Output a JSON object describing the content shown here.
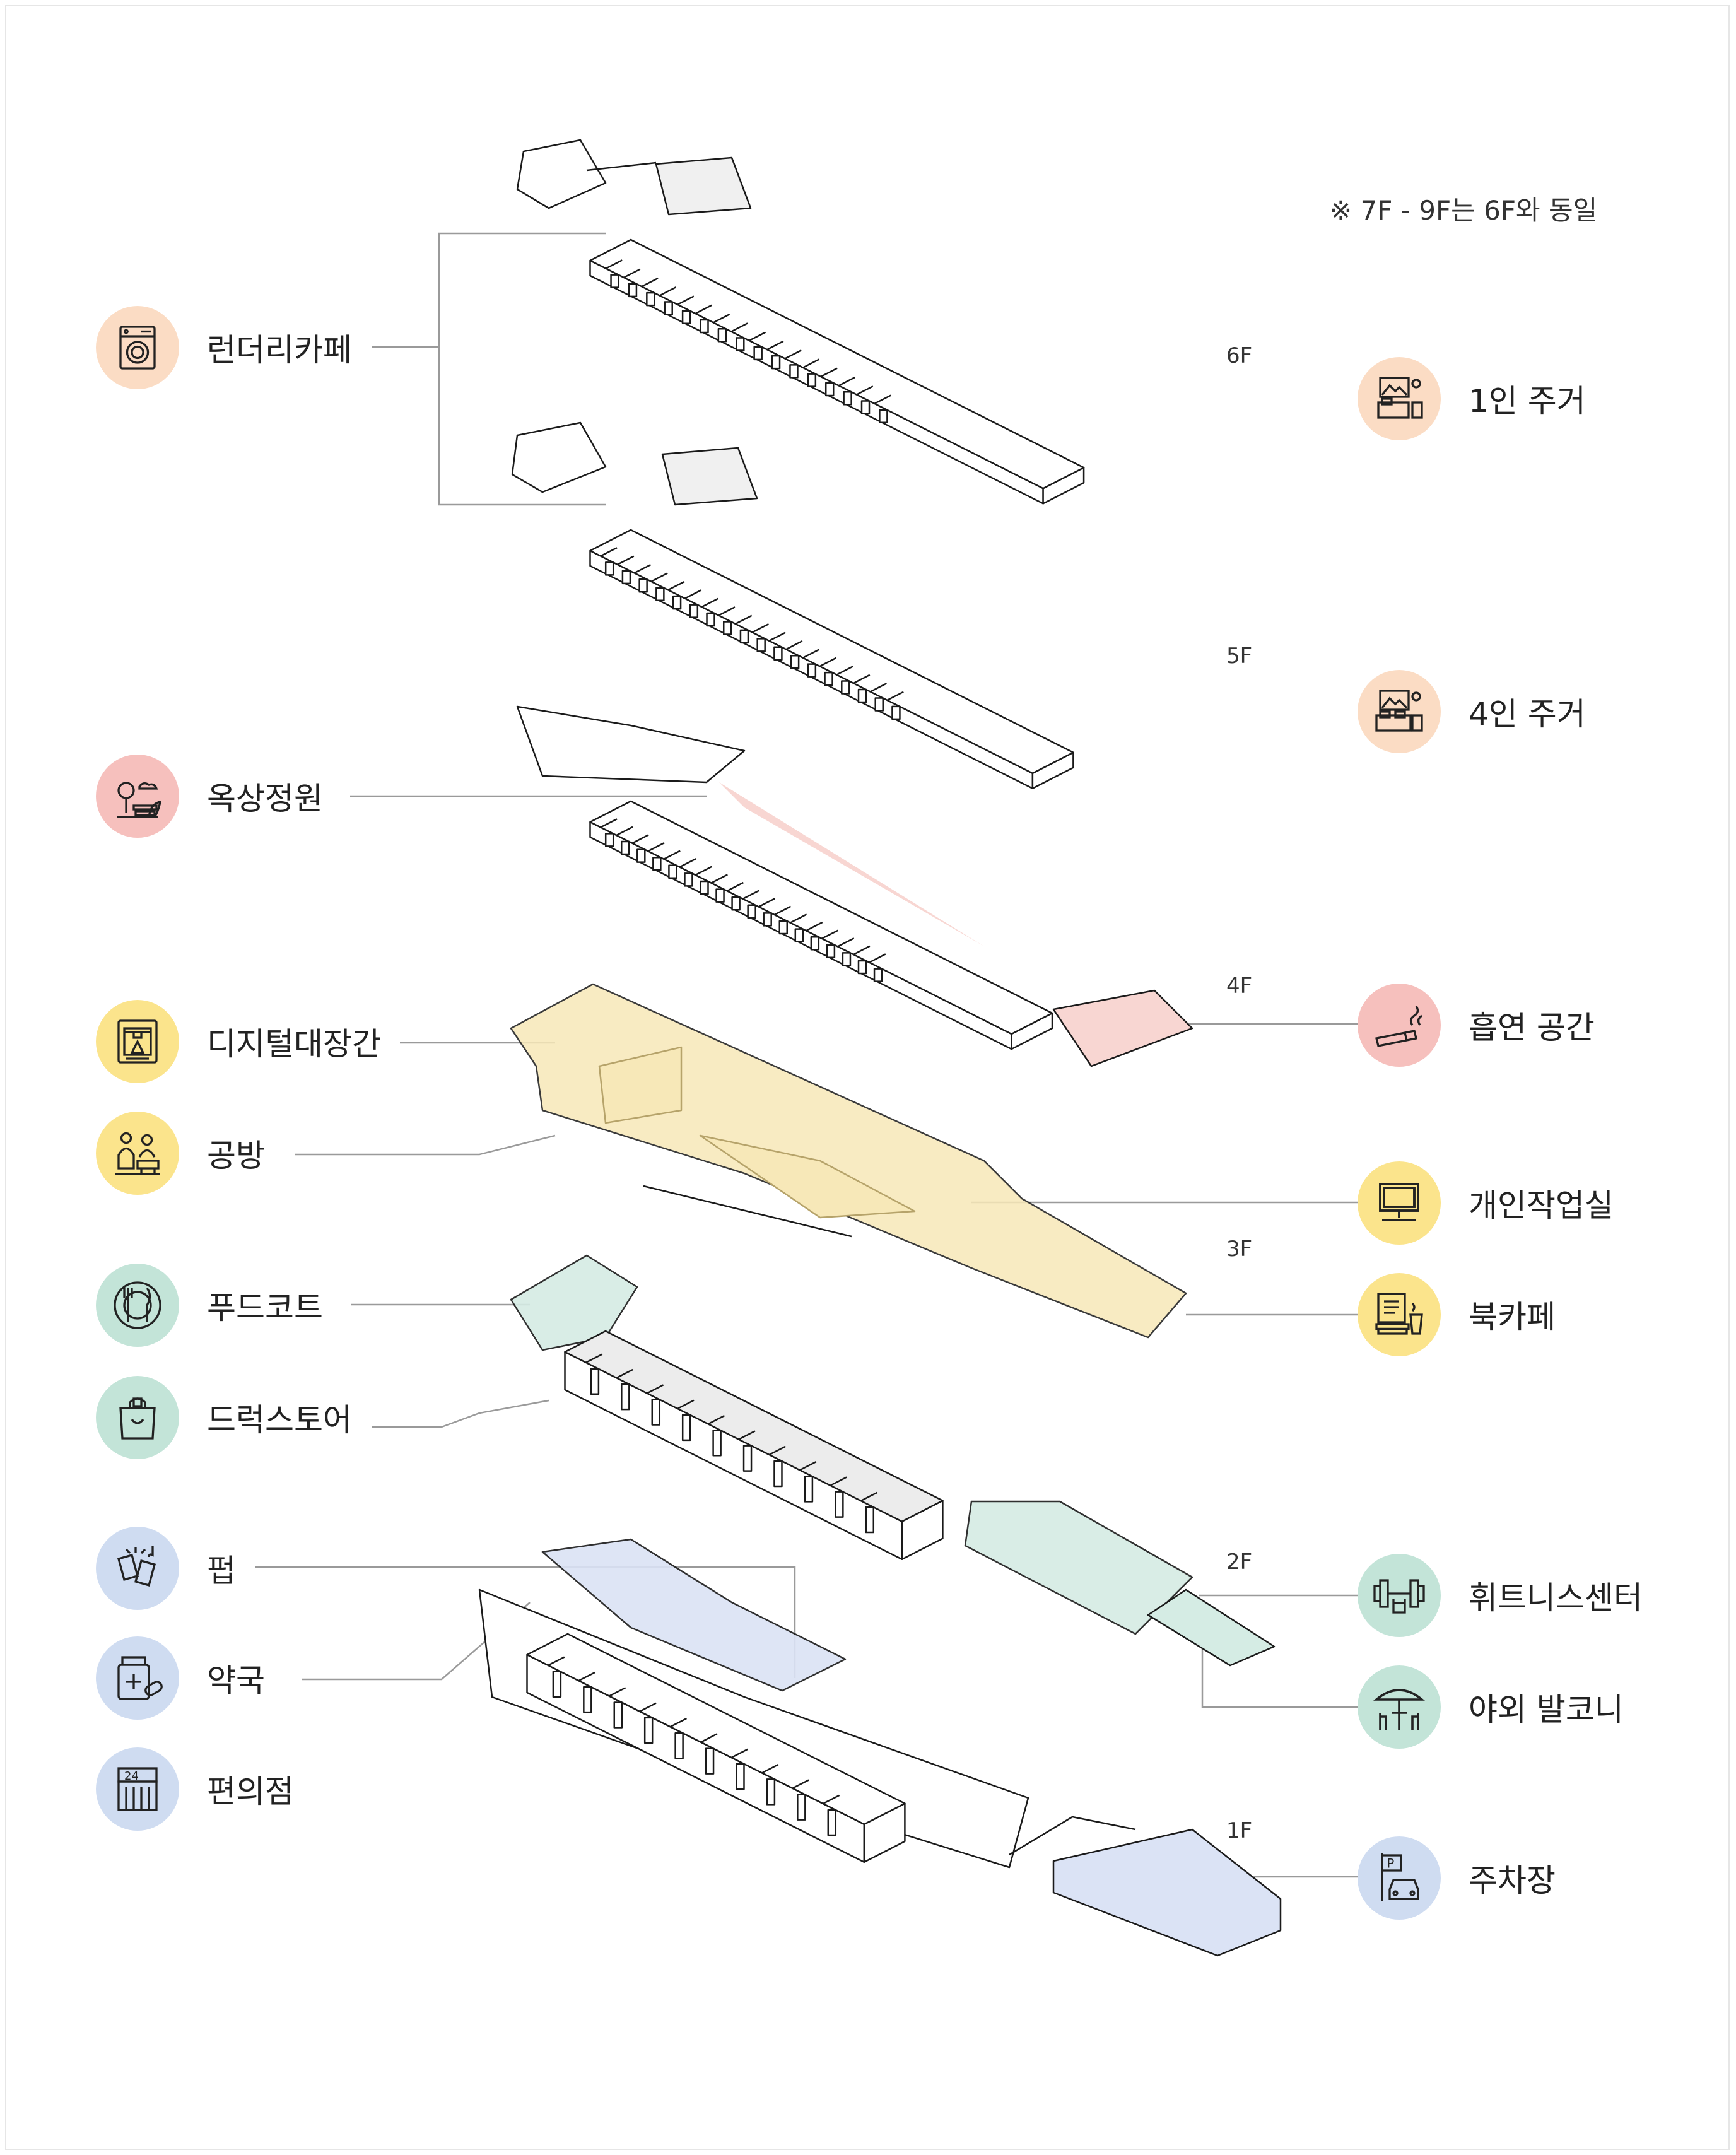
{
  "note": "※ 7F - 9F는 6F와 동일",
  "floors": {
    "f6": "6F",
    "f5": "5F",
    "f4": "4F",
    "f3": "3F",
    "f2": "2F",
    "f1": "1F"
  },
  "colors": {
    "orange": "#fbdcc4",
    "red": "#f6c0bd",
    "yellow": "#fbe48c",
    "green": "#c3e4d8",
    "blue": "#cfdcf1",
    "line": "#9a9a9a",
    "stroke": "#1a1a1a",
    "fill_yellow": "#f7e8b8",
    "fill_red": "#f8d6d2",
    "fill_green": "#d5ece4",
    "fill_blue": "#dbe3f5",
    "fill_gray": "#ececec"
  },
  "left_items": [
    {
      "label": "런더리카페",
      "icon": "washing-machine-icon"
    },
    {
      "label": "옥상정원",
      "icon": "garden-icon"
    },
    {
      "label": "디지털대장간",
      "icon": "3d-printer-icon"
    },
    {
      "label": "공방",
      "icon": "workshop-icon"
    },
    {
      "label": "푸드코트",
      "icon": "plate-cutlery-icon"
    },
    {
      "label": "드럭스토어",
      "icon": "shopping-bag-icon"
    },
    {
      "label": "펍",
      "icon": "beer-cheers-icon"
    },
    {
      "label": "약국",
      "icon": "medicine-icon"
    },
    {
      "label": "편의점",
      "icon": "convenience-store-icon"
    }
  ],
  "right_items": [
    {
      "label": "1인 주거",
      "icon": "single-bed-icon"
    },
    {
      "label": "4인 주거",
      "icon": "double-bed-icon"
    },
    {
      "label": "흡연 공간",
      "icon": "cigarette-icon"
    },
    {
      "label": "개인작업실",
      "icon": "computer-icon"
    },
    {
      "label": "북카페",
      "icon": "book-coffee-icon"
    },
    {
      "label": "휘트니스센터",
      "icon": "dumbbell-icon"
    },
    {
      "label": "야외 발코니",
      "icon": "parasol-icon"
    },
    {
      "label": "주차장",
      "icon": "parking-icon"
    }
  ]
}
